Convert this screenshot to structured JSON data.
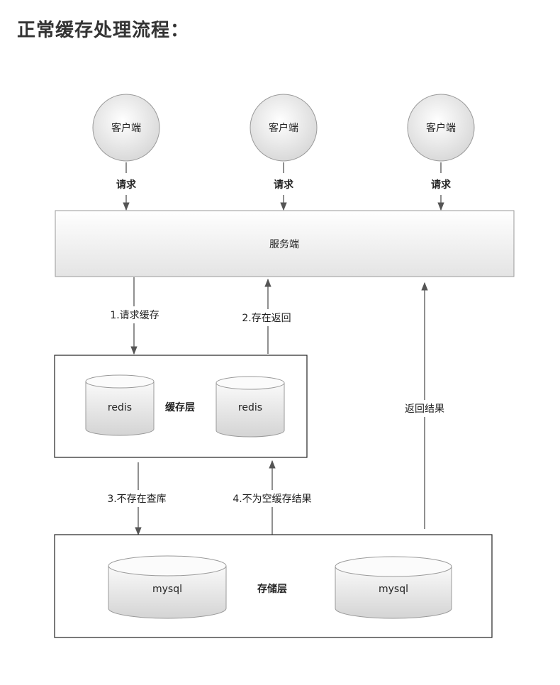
{
  "title": "正常缓存处理流程：",
  "clients": [
    {
      "label": "客户端",
      "request_label": "请求"
    },
    {
      "label": "客户端",
      "request_label": "请求"
    },
    {
      "label": "客户端",
      "request_label": "请求"
    }
  ],
  "server": {
    "label": "服务端"
  },
  "cache_layer": {
    "label": "缓存层",
    "nodes": [
      {
        "label": "redis"
      },
      {
        "label": "redis"
      }
    ]
  },
  "storage_layer": {
    "label": "存储层",
    "nodes": [
      {
        "label": "mysql"
      },
      {
        "label": "mysql"
      }
    ]
  },
  "flows": {
    "request_cache": "1.请求缓存",
    "cache_return": "2.存在返回",
    "miss_query_db": "3.不存在查库",
    "not_empty_cache": "4.不为空缓存结果",
    "return_result": "返回结果"
  },
  "colors": {
    "line": "#555555",
    "border": "#222222",
    "shape_fill_light": "#ffffff",
    "shape_fill_dark": "#dcdcdc"
  }
}
